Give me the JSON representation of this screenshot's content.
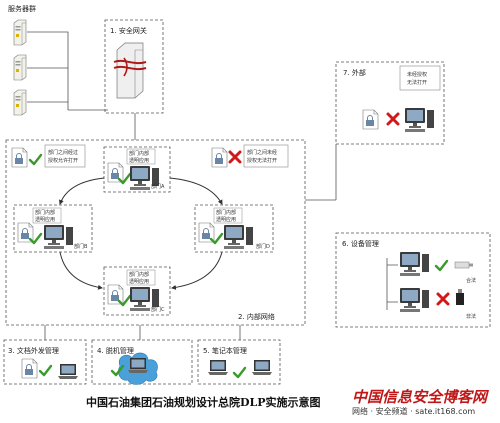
{
  "labels": {
    "server_group": "服务器群",
    "gateway": "1. 安全网关",
    "external": "7. 外部",
    "unauthorized": "未经授权",
    "cannot_open": "无法打开",
    "dept_allowed_1": "部门之间经过",
    "dept_allowed_2": "授权允许打开",
    "dept_denied_1": "部门之间未经",
    "dept_denied_2": "授权无法打开",
    "internal_app_1": "部门内部",
    "internal_app_2": "透明应用",
    "dept_a": "部门A",
    "dept_b": "部门B",
    "dept_c": "部门C",
    "dept_d": "部门D",
    "internal_network": "2. 内部网络",
    "device_mgmt": "6. 设备管理",
    "legal": "合法",
    "illegal": "非法",
    "doc_outbound": "3. 文档外发管理",
    "offline_mgmt": "4. 脱机管理",
    "laptop_mgmt": "5. 笔记本管理",
    "caption": "中国石油集团石油规划设计总院DLP实施示意图",
    "watermark": "中国信息安全博客网",
    "watermark_url": "网络 · 安全频道 · sate.it168.com"
  },
  "icons": {
    "lock": "lock-icon",
    "check": "check-icon",
    "cross": "cross-icon",
    "document": "document-icon",
    "computer": "computer-icon",
    "server": "server-icon",
    "laptop": "laptop-icon",
    "cloud": "cloud-icon",
    "usb": "usb-icon"
  },
  "colors": {
    "check": "#3a9a2a",
    "cross": "#d01a1a",
    "gateway_band": "#b01818",
    "cloud": "#4aa0d8",
    "watermark": "#c01818"
  }
}
